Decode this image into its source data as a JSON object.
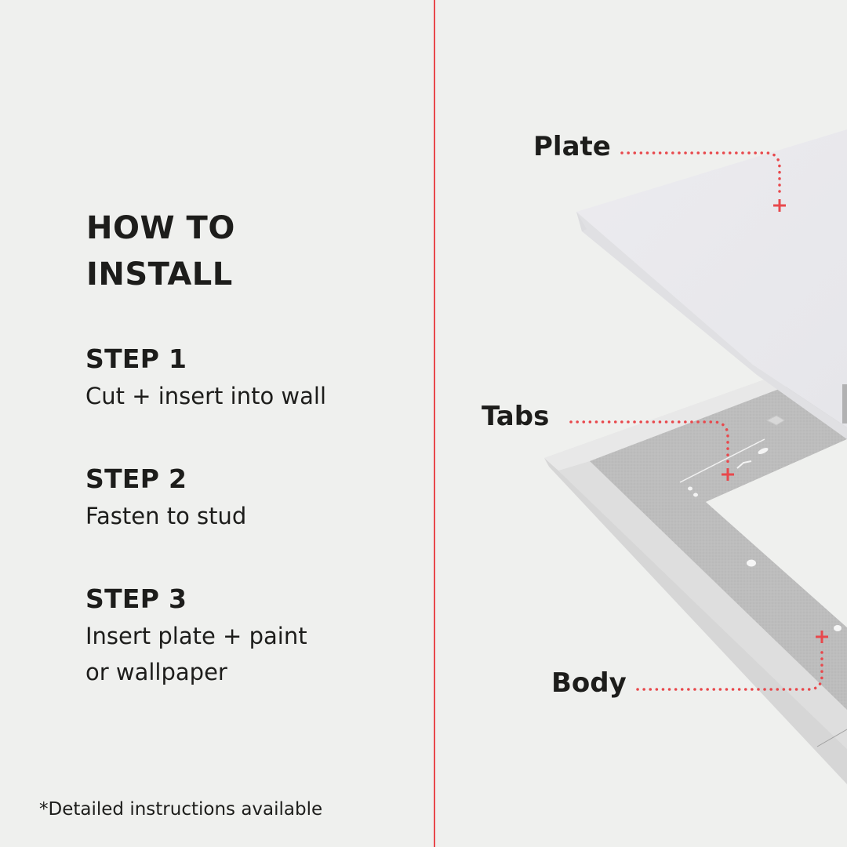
{
  "left_panel": {
    "title_lines": [
      "HOW TO",
      "INSTALL"
    ],
    "steps": [
      {
        "heading": "STEP 1",
        "text_lines": [
          "Cut + insert into wall"
        ]
      },
      {
        "heading": "STEP 2",
        "text_lines": [
          "Fasten to stud"
        ]
      },
      {
        "heading": "STEP 3",
        "text_lines": [
          "Insert plate + paint",
          "or wallpaper"
        ]
      }
    ],
    "footnote": "*Detailed instructions available"
  },
  "illustration": {
    "callouts": [
      {
        "label": "Plate",
        "marker": "plus-marker"
      },
      {
        "label": "Tabs",
        "marker": "plus-marker"
      },
      {
        "label": "Body",
        "marker": "plus-marker"
      }
    ]
  },
  "colors": {
    "background": "#eff0ee",
    "accent_red": "#e8484c",
    "text": "#1d1d1b",
    "plate": "#e9e9ec",
    "frame": "#dcdcdc",
    "metal": "#b9b9b9"
  }
}
